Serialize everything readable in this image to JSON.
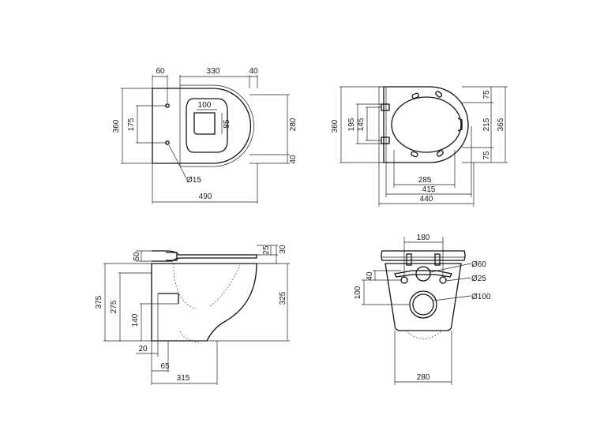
{
  "top_view": {
    "dim_60": "60",
    "dim_330": "330",
    "dim_40_top": "40",
    "dim_100": "100",
    "dim_85": "85",
    "dim_175": "175",
    "dim_360": "360",
    "dim_280": "280",
    "dim_40_right": "40",
    "dim_d15": "Ø15",
    "dim_490": "490"
  },
  "seat_view": {
    "dim_360": "360",
    "dim_195": "195",
    "dim_145": "145",
    "dim_75_top": "75",
    "dim_215": "215",
    "dim_75_bottom": "75",
    "dim_365": "365",
    "dim_285": "285",
    "dim_415": "415",
    "dim_440": "440"
  },
  "side_view": {
    "dim_50": "50",
    "dim_25": "25",
    "dim_30": "30",
    "dim_375": "375",
    "dim_275": "275",
    "dim_140": "140",
    "dim_325": "325",
    "dim_20": "20",
    "dim_65": "65",
    "dim_315": "315"
  },
  "back_view": {
    "dim_180": "180",
    "dim_40": "40",
    "dim_100": "100",
    "dim_d60": "Ø60",
    "dim_d25": "Ø25",
    "dim_d100": "Ø100",
    "dim_280": "280"
  }
}
